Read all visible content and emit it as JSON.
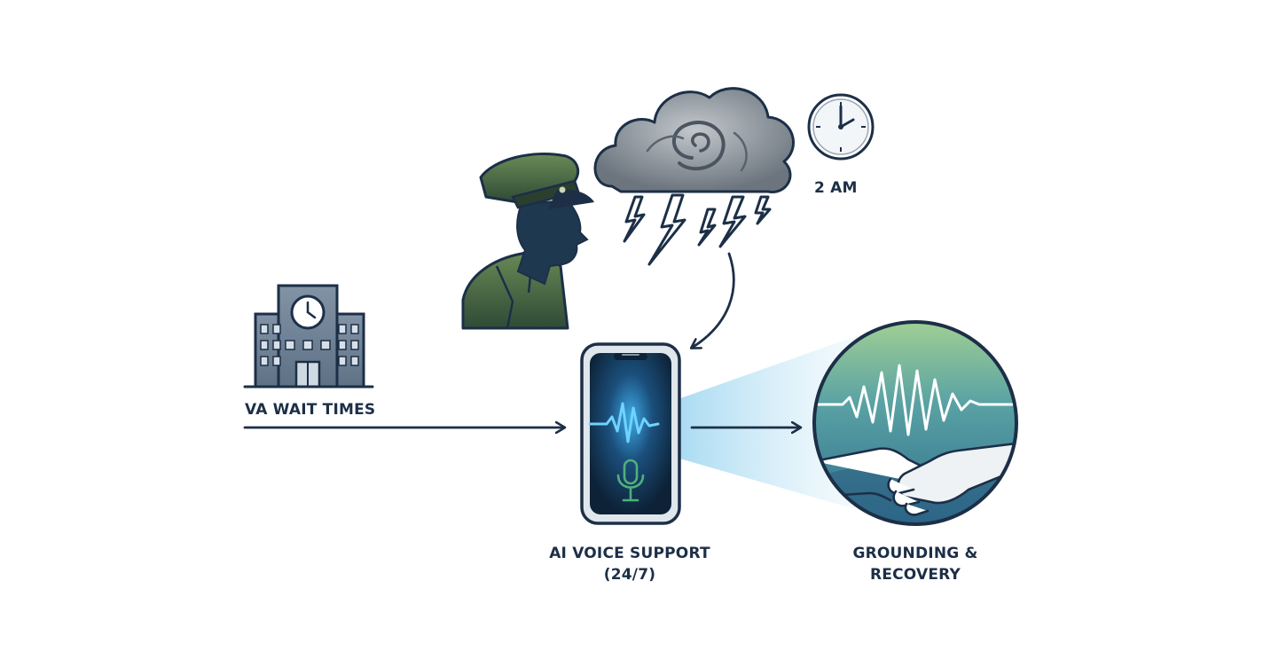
{
  "labels": {
    "time": "2 AM",
    "va_wait_times": "VA WAIT TIMES",
    "ai_voice_support_line1": "AI VOICE SUPPORT",
    "ai_voice_support_line2": "(24/7)",
    "grounding_line1": "GROUNDING &",
    "grounding_line2": "RECOVERY"
  },
  "icons": {
    "soldier": "soldier-silhouette-icon",
    "storm": "storm-cloud-icon",
    "clock": "clock-icon",
    "building": "va-building-icon",
    "phone": "smartphone-icon",
    "microphone": "microphone-icon",
    "waveform": "voice-waveform-icon",
    "handshake": "handshake-icon"
  },
  "colors": {
    "navy": "#1c2f47",
    "olive": "#5a7a48",
    "storm_gray": "#8a949d",
    "slate": "#6c7f92",
    "glow_blue": "#4fb7e8",
    "teal": "#4a9a8c",
    "green": "#8cc08a"
  }
}
